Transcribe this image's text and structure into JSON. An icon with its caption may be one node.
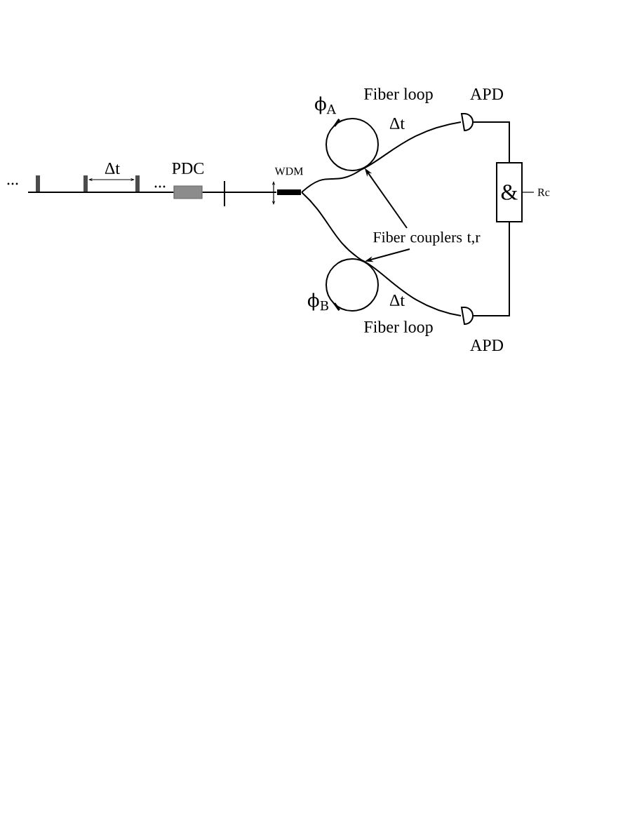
{
  "diagram": {
    "nodes": [
      {
        "text": [
          "PDC"
        ]
      },
      {
        "text": [
          "WDM"
        ]
      },
      {
        "text": [
          "Fiber loop",
          "Δt"
        ],
        "beside": [
          "ϕ$_{A}$"
        ]
      },
      {
        "text": [
          "Δt",
          "Fiber loop"
        ],
        "beside": [
          "ϕ$_{B}$"
        ]
      },
      {
        "text": [
          "APD"
        ]
      },
      {
        "text": [
          "APD"
        ]
      },
      {
        "text": [
          "&"
        ],
        "beside": [
          "Rc"
        ]
      },
      {
        "text": [
          "Fiber couplers t,r"
        ]
      }
    ],
    "edges": [
      {
        "from": null,
        "to": 0,
        "arrow": "none"
      },
      {
        "from": 0,
        "to": 1,
        "arrow": "none"
      },
      {
        "from": 1,
        "to": 2,
        "arrow": "none"
      },
      {
        "from": 1,
        "to": 3,
        "arrow": "none"
      },
      {
        "from": 2,
        "to": 4,
        "arrow": "none"
      },
      {
        "from": 3,
        "to": 5,
        "arrow": "none"
      },
      {
        "from": 4,
        "to": 6,
        "arrow": "none"
      },
      {
        "from": 5,
        "to": 6,
        "arrow": "none"
      },
      {
        "from": 7,
        "to": 2,
        "arrow": "to"
      },
      {
        "from": 7,
        "to": 3,
        "arrow": "to"
      }
    ],
    "labels": [
      "...",
      "Δt",
      "..."
    ]
  }
}
